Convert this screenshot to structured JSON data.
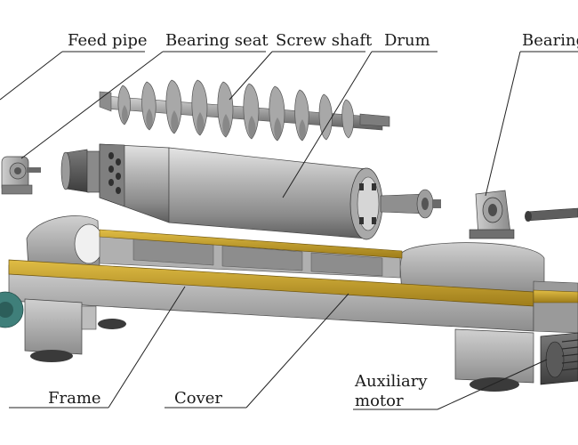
{
  "labels": {
    "feed_pipe": "Feed pipe",
    "bearing_seat": "Bearing seat",
    "screw_shaft": "Screw shaft",
    "drum": "Drum",
    "bearing": "Bearing",
    "frame": "Frame",
    "cover": "Cover",
    "auxiliary_motor_line1": "Auxiliary",
    "auxiliary_motor_line2": "motor"
  },
  "colors": {
    "metal_light": "#c9c9c9",
    "metal_mid": "#9a9a9a",
    "metal_dark": "#5a5a5a",
    "cover_yellow": "#c9a227",
    "motor_teal": "#3f7f7a"
  }
}
